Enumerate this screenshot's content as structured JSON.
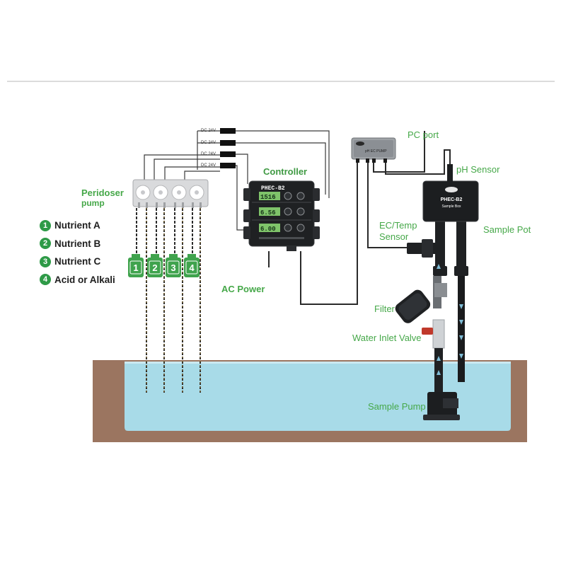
{
  "labels": {
    "peridoser": "Peridoser",
    "peridoser_sub": "pump",
    "controller": "Controller",
    "ac_power": "AC Power",
    "pc_port": "PC port",
    "ph_sensor": "pH Sensor",
    "sample_pot": "Sample Pot",
    "ec_temp": "EC/Temp",
    "ec_temp_sub": "Sensor",
    "filter": "Filter",
    "water_inlet_valve": "Water Inlet Valve",
    "sample_pump": "Sample Pump"
  },
  "legend": [
    {
      "num": "1",
      "text": "Nutrient A"
    },
    {
      "num": "2",
      "text": "Nutrient B"
    },
    {
      "num": "3",
      "text": "Nutrient C"
    },
    {
      "num": "4",
      "text": "Acid or Alkali"
    }
  ],
  "power_supplies": [
    "DC 24V",
    "DC 24V",
    "DC 24V",
    "DC 24V"
  ],
  "containers": [
    "1",
    "2",
    "3",
    "4"
  ],
  "controller_device": {
    "brand": "PHEC-B2",
    "readings": [
      "1516",
      "6.56",
      "6.00"
    ]
  },
  "sample_pot_device": {
    "brand": "PHEC-B2",
    "sub": "Sample Box"
  },
  "hub_device": {
    "text": "pH EC PUMP"
  },
  "colors": {
    "label_green": "#46a849",
    "badge_green": "#2e9a47",
    "water": "#a8dbe8",
    "soil": "#9b7560",
    "device_dark": "#1f2123"
  }
}
